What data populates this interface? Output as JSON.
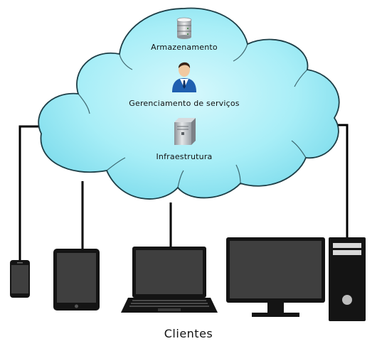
{
  "cloud": {
    "services": [
      {
        "label": "Armazenamento",
        "icon": "database-icon"
      },
      {
        "label": "Gerenciamento de serviços",
        "icon": "manager-icon"
      },
      {
        "label": "Infraestrutura",
        "icon": "server-icon"
      }
    ]
  },
  "clients": {
    "label": "Clientes",
    "devices": [
      "smartphone",
      "tablet",
      "laptop",
      "monitor",
      "desktop-tower"
    ]
  },
  "colors": {
    "cloud_fill": "#8ee6f2",
    "cloud_stroke": "#1d3e46",
    "device_body": "#141414",
    "screen": "#3f3f3f",
    "line": "#000000"
  }
}
